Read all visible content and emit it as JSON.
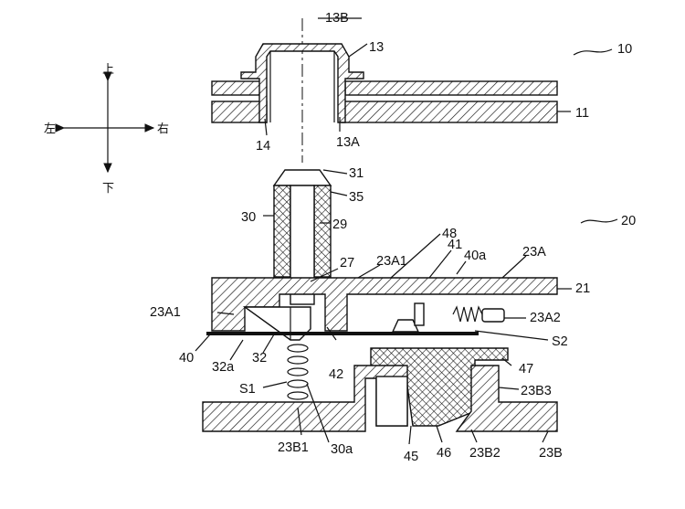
{
  "directions": {
    "up": "上",
    "down": "下",
    "left": "左",
    "right": "右"
  },
  "labels": {
    "axis": "13B",
    "cap": "13",
    "cap_base": "13A",
    "part_14": "14",
    "assembly_upper": "10",
    "board_11": "11",
    "assembly_lower": "20",
    "tip_31": "31",
    "sleeve_35": "35",
    "part_30": "30",
    "part_29": "29",
    "part_48": "48",
    "part_27": "27",
    "part_23A1_top": "23A1",
    "part_41": "41",
    "part_40a": "40a",
    "part_23A": "23A",
    "part_21": "21",
    "part_23A1_left": "23A1",
    "part_23A2": "23A2",
    "part_S2": "S2",
    "part_40": "40",
    "part_32a": "32a",
    "part_32": "32",
    "part_42": "42",
    "part_47": "47",
    "part_S1": "S1",
    "part_23B3": "23B3",
    "part_23B1": "23B1",
    "part_30a": "30a",
    "part_45": "45",
    "part_46": "46",
    "part_23B2": "23B2",
    "part_23B": "23B"
  }
}
